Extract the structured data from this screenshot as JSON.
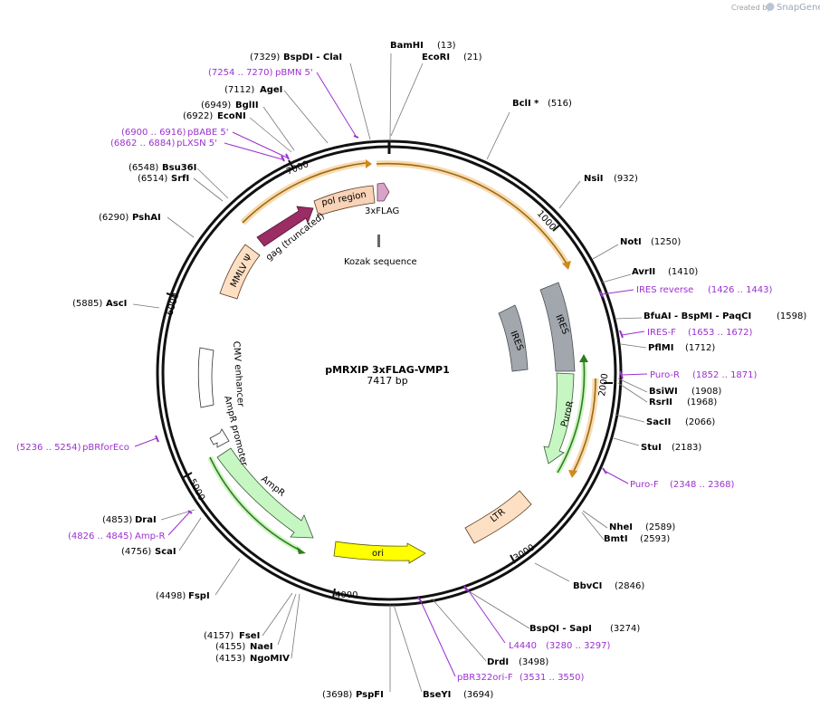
{
  "credit": {
    "created_by": "Created by",
    "brand": "SnapGene"
  },
  "title": {
    "name": "pMRXIP 3xFLAG-VMP1",
    "length": "7417 bp"
  },
  "colors": {
    "primer": "#9b30d0",
    "gag": "#9a2d63",
    "pol": "#f8d3b7",
    "ltr": "#fde0c4",
    "ires": "#a2a7ad",
    "puror": "#c6f7c2",
    "ampr": "#c6f7c2",
    "ori": "#ffff00",
    "orf": "#c27a10",
    "green_arrow": "#2f7d1e",
    "flag": "#d9a3c8"
  },
  "sites": [
    {
      "name": "BamHI",
      "pos": "(13)",
      "key": "bamhi"
    },
    {
      "name": "EcoRI",
      "pos": "(21)",
      "key": "ecori"
    },
    {
      "name": "BclI *",
      "pos": "(516)",
      "key": "bcli"
    },
    {
      "name": "NsiI",
      "pos": "(932)",
      "key": "nsii"
    },
    {
      "name": "NotI",
      "pos": "(1250)",
      "key": "noti"
    },
    {
      "name": "AvrII",
      "pos": "(1410)",
      "key": "avrii"
    },
    {
      "name": "BfuAI - BspMI - PaqCI",
      "pos": "(1598)",
      "key": "bfuai"
    },
    {
      "name": "PflMI",
      "pos": "(1712)",
      "key": "pflmi"
    },
    {
      "name": "BsiWI",
      "pos": "(1908)",
      "key": "bsiwi"
    },
    {
      "name": "RsrII",
      "pos": "(1968)",
      "key": "rsrii"
    },
    {
      "name": "SacII",
      "pos": "(2066)",
      "key": "sacii"
    },
    {
      "name": "StuI",
      "pos": "(2183)",
      "key": "stui"
    },
    {
      "name": "NheI",
      "pos": "(2589)",
      "key": "nhei"
    },
    {
      "name": "BmtI",
      "pos": "(2593)",
      "key": "bmti"
    },
    {
      "name": "BbvCI",
      "pos": "(2846)",
      "key": "bbvci"
    },
    {
      "name": "BspQI - SapI",
      "pos": "(3274)",
      "key": "bspqi"
    },
    {
      "name": "DrdI",
      "pos": "(3498)",
      "key": "drdi"
    },
    {
      "name": "BseYI",
      "pos": "(3694)",
      "key": "bseyi"
    },
    {
      "name": "PspFI",
      "pos": "(3698)",
      "key": "pspfi"
    },
    {
      "name": "NgoMIV",
      "pos": "(4153)",
      "key": "ngomiv"
    },
    {
      "name": "NaeI",
      "pos": "(4155)",
      "key": "naei"
    },
    {
      "name": "FseI",
      "pos": "(4157)",
      "key": "fsei"
    },
    {
      "name": "FspI",
      "pos": "(4498)",
      "key": "fspi"
    },
    {
      "name": "ScaI",
      "pos": "(4756)",
      "key": "scai"
    },
    {
      "name": "DraI",
      "pos": "(4853)",
      "key": "drai"
    },
    {
      "name": "AscI",
      "pos": "(5885)",
      "key": "asci"
    },
    {
      "name": "PshAI",
      "pos": "(6290)",
      "key": "pshai"
    },
    {
      "name": "SrfI",
      "pos": "(6514)",
      "key": "srfi"
    },
    {
      "name": "Bsu36I",
      "pos": "(6548)",
      "key": "bsu36i"
    },
    {
      "name": "EcoNI",
      "pos": "(6922)",
      "key": "econi"
    },
    {
      "name": "BglII",
      "pos": "(6949)",
      "key": "bglii"
    },
    {
      "name": "AgeI",
      "pos": "(7112)",
      "key": "agei"
    },
    {
      "name": "BspDI - ClaI",
      "pos": "(7329)",
      "key": "bspdi"
    }
  ],
  "primers": [
    {
      "name": "IRES reverse",
      "range": "(1426 .. 1443)",
      "key": "ires-reverse"
    },
    {
      "name": "IRES-F",
      "range": "(1653 .. 1672)",
      "key": "ires-f"
    },
    {
      "name": "Puro-R",
      "range": "(1852 .. 1871)",
      "key": "puro-r"
    },
    {
      "name": "Puro-F",
      "range": "(2348 .. 2368)",
      "key": "puro-f"
    },
    {
      "name": "L4440",
      "range": "(3280 .. 3297)",
      "key": "l4440"
    },
    {
      "name": "pBR322ori-F",
      "range": "(3531 .. 3550)",
      "key": "pbr322ori-f"
    },
    {
      "name": "Amp-R",
      "range": "(4826 .. 4845)",
      "key": "amp-r"
    },
    {
      "name": "pBRforEco",
      "range": "(5236 .. 5254)",
      "key": "pbrforeco"
    },
    {
      "name": "pLXSN 5'",
      "range": "(6862 .. 6884)",
      "key": "plxsn"
    },
    {
      "name": "pBABE 5'",
      "range": "(6900 .. 6916)",
      "key": "pbabe"
    },
    {
      "name": "pBMN 5'",
      "range": "(7254 .. 7270)",
      "key": "pbmn"
    }
  ],
  "features": [
    {
      "name": "3xFLAG",
      "key": "3xflag"
    },
    {
      "name": "Kozak sequence",
      "key": "kozak"
    },
    {
      "name": "pol region",
      "key": "pol-region"
    },
    {
      "name": "gag (truncated)",
      "key": "gag"
    },
    {
      "name": "MMLV Ψ",
      "key": "mmlv-psi"
    },
    {
      "name": "IRES",
      "key": "ires-outer"
    },
    {
      "name": "IRES",
      "key": "ires-inner"
    },
    {
      "name": "PuroR",
      "key": "puror"
    },
    {
      "name": "LTR",
      "key": "ltr"
    },
    {
      "name": "ori",
      "key": "ori"
    },
    {
      "name": "AmpR",
      "key": "ampr"
    },
    {
      "name": "AmpR promoter",
      "key": "ampr-promoter"
    },
    {
      "name": "CMV enhancer",
      "key": "cmv-enhancer"
    }
  ],
  "ticks": [
    "1000",
    "2000",
    "3000",
    "4000",
    "5000",
    "6000",
    "7000"
  ]
}
